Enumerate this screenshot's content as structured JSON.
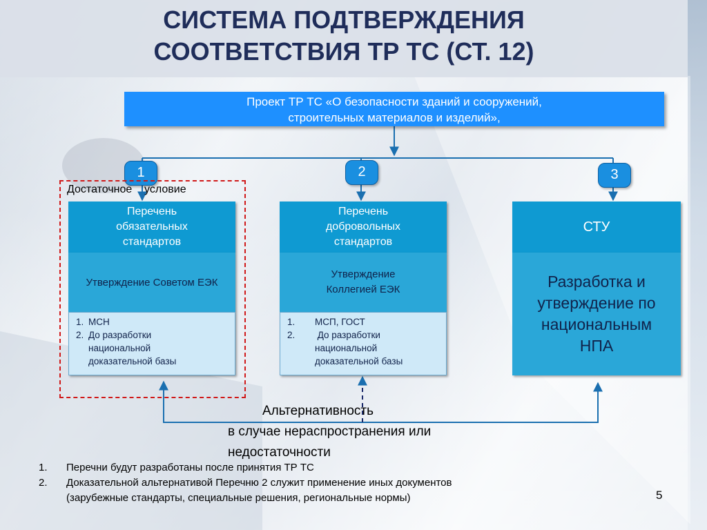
{
  "title": {
    "line1": "СИСТЕМА ПОДТВЕРЖДЕНИЯ",
    "line2": "СООТВЕТСТВИЯ ТР ТС (СТ. 12)"
  },
  "project": {
    "line1": "Проект ТР ТС «О безопасности зданий и сооружений,",
    "line2": "строительных материалов и изделий»,"
  },
  "badges": [
    "1",
    "2",
    "3"
  ],
  "sufficient_condition": "Достаточное    условие",
  "columns": [
    {
      "head": [
        "Перечень",
        "обязательных",
        "стандартов"
      ],
      "approval": "Утверждение Советом ЕЭК",
      "list": [
        {
          "num": "1.",
          "lines": [
            "МСН"
          ]
        },
        {
          "num": "2.",
          "lines": [
            "До разработки",
            "национальной",
            "доказательной базы"
          ]
        }
      ]
    },
    {
      "head": [
        "Перечень",
        "добровольных",
        "стандартов"
      ],
      "approval_lines": [
        "Утверждение",
        "Коллегией ЕЭК"
      ],
      "list": [
        {
          "num": "1.",
          "lines": [
            "МСП, ГОСТ"
          ]
        },
        {
          "num": "2.",
          "lines": [
            " До разработки",
            "национальной",
            "доказательной базы"
          ]
        }
      ]
    },
    {
      "head": [
        "СТУ"
      ],
      "body_lines": [
        "Разработка и",
        "утверждение по",
        "национальным",
        "НПА"
      ]
    }
  ],
  "alternative": {
    "line1": "Альтернативность",
    "line2": "в случае нераспространения или",
    "line3": "недостаточности"
  },
  "notes": [
    {
      "num": "1.",
      "lines": [
        "Перечни будут разработаны после принятия ТР ТС"
      ]
    },
    {
      "num": "2.",
      "lines": [
        "Доказательной альтернативой Перечню 2 служит применение иных документов",
        "(зарубежные стандарты, специальные решения, региональные нормы)"
      ]
    }
  ],
  "page_number": "5",
  "colors": {
    "title": "#1f2d5a",
    "head": "#0f9ad2",
    "mid": "#2aa7d8",
    "list": "#cfe9f8",
    "arrow": "#1a6fb0",
    "dashed": "#d01818"
  }
}
